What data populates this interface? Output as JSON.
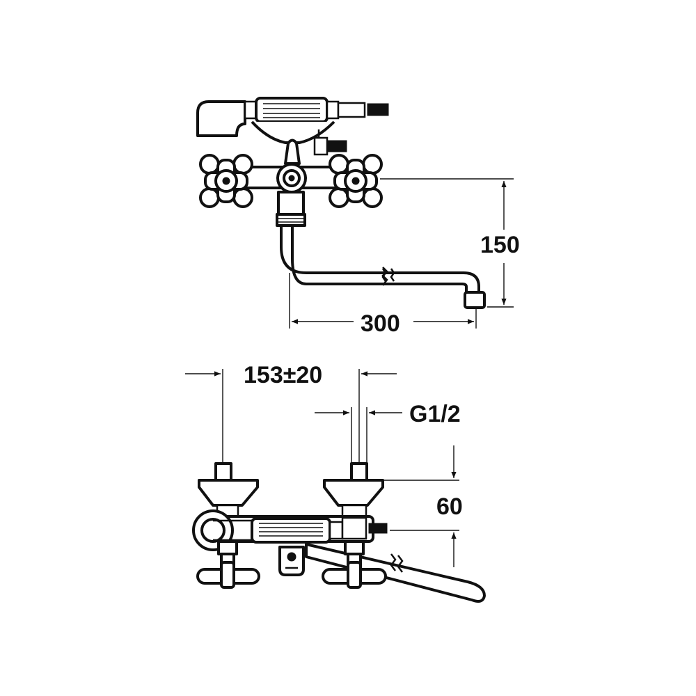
{
  "dimensions": {
    "spout_height": "150",
    "spout_reach": "300",
    "inlet_spacing": "153±20",
    "thread_size": "G1/2",
    "wall_offset": "60"
  }
}
